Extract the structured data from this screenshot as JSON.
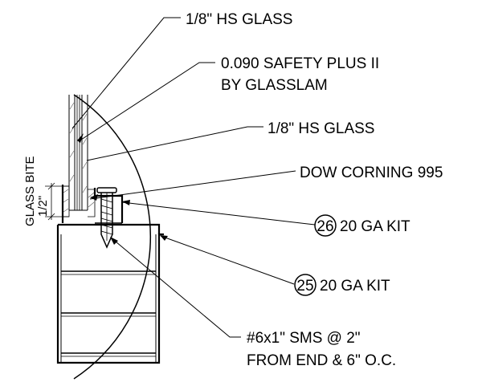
{
  "callouts": {
    "outer_glass": "1/8\" HS GLASS",
    "interlayer_line1": "0.090 SAFETY PLUS II",
    "interlayer_line2": "BY GLASSLAM",
    "inner_glass": "1/8\" HS GLASS",
    "sealant": "DOW CORNING 995",
    "kit_26_number": "26",
    "kit_26_text": "20 GA KIT",
    "kit_25_number": "25",
    "kit_25_text": "20 GA KIT",
    "screw_line1": "#6x1\" SMS @ 2\"",
    "screw_line2": "FROM END & 6\" O.C."
  },
  "dimension": {
    "value": "1/2\"",
    "label": "GLASS BITE"
  }
}
